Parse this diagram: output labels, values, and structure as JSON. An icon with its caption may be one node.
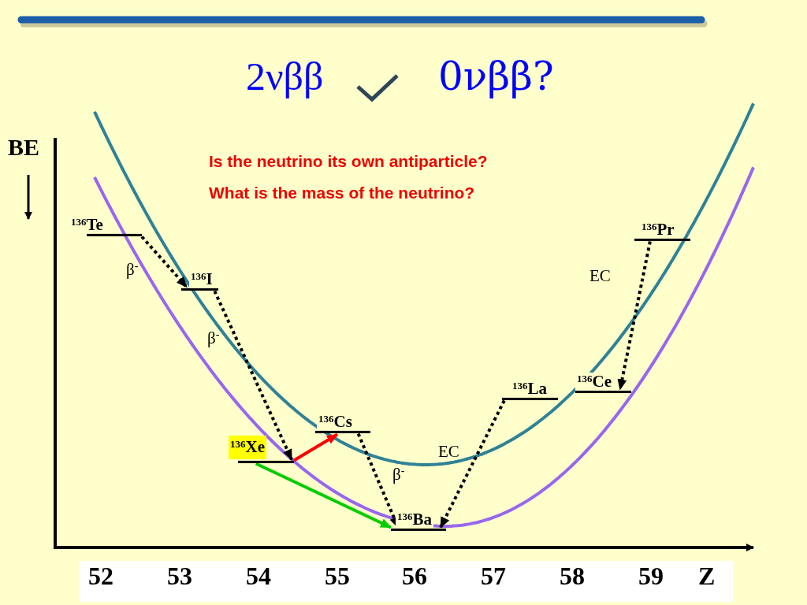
{
  "diagram": {
    "nodes": [
      {
        "text": [
          "$^{136}$Te"
        ]
      },
      {
        "text": [
          "$^{136}$I"
        ]
      },
      {
        "text": [
          "$^{136}$Xe"
        ]
      },
      {
        "text": [
          "$^{136}$Cs"
        ]
      },
      {
        "text": [
          "$^{136}$Ba"
        ]
      },
      {
        "text": [
          "$^{136}$La"
        ]
      },
      {
        "text": [
          "$^{136}$Ce"
        ]
      },
      {
        "text": [
          "$^{136}$Pr"
        ]
      }
    ],
    "edges": [
      {
        "from": 0,
        "to": 1,
        "arrow": "to",
        "style": "dashed",
        "label": "β$^{-}$"
      },
      {
        "from": 1,
        "to": 2,
        "arrow": "to",
        "style": "dashed",
        "label": "β$^{-}$"
      },
      {
        "from": 2,
        "to": 3,
        "arrow": "to",
        "color": "#ff0000"
      },
      {
        "from": 2,
        "to": 4,
        "arrow": "to",
        "color": "#00cc00"
      },
      {
        "from": 3,
        "to": 4,
        "arrow": "to",
        "style": "dashed",
        "label": "β$^{-}$"
      },
      {
        "from": 5,
        "to": 4,
        "arrow": "to",
        "style": "dashed",
        "label": "EC"
      },
      {
        "from": 7,
        "to": 6,
        "arrow": "to",
        "style": "dashed",
        "label": "EC"
      }
    ],
    "labels": [
      "2νββ",
      "0νββ?",
      "BE",
      "Is the neutrino its own antiparticle?",
      "What is the mass of the neutrino?",
      "52",
      "53",
      "54",
      "55",
      "56",
      "57",
      "58",
      "59",
      "Z"
    ]
  }
}
